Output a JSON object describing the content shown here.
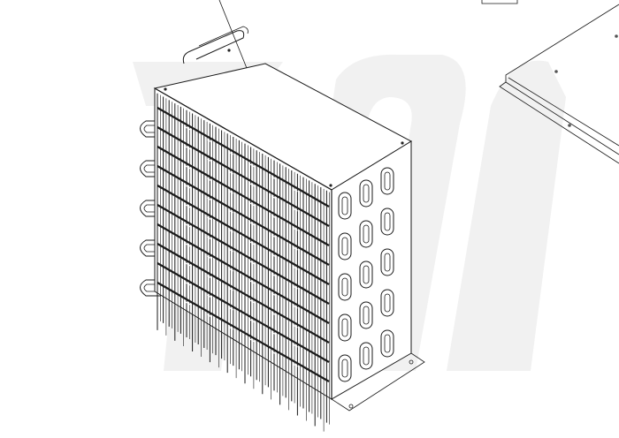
{
  "drawing": {
    "subject": "condenser-coil-isometric",
    "colors": {
      "line": "#1a1a1a",
      "watermark": "#f1f1f1",
      "background": "#ffffff"
    },
    "tube_rows": 5,
    "side_tube_columns": 3
  }
}
